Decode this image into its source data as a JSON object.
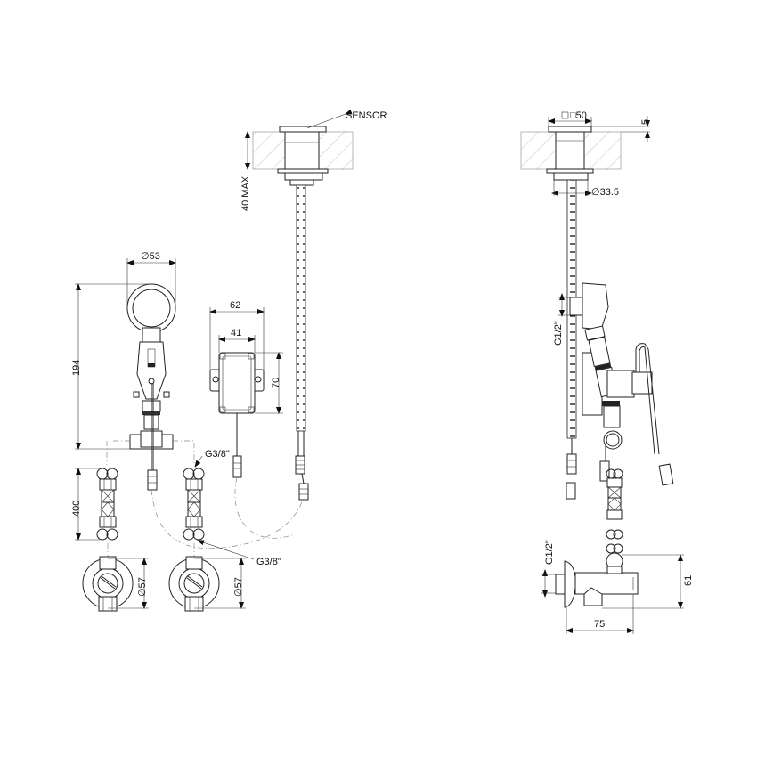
{
  "drawing": {
    "title": "Sensor urinal flush valve technical drawing",
    "labels": {
      "sensor": "SENSOR",
      "thread_g38_top": "G3/8\"",
      "thread_g38_bottom": "G3/8\"",
      "thread_g12_side": "G1/2\"",
      "thread_g12_valve": "G1/2\""
    },
    "dimensions": {
      "sensor_depth": "40 MAX",
      "handle_diameter": "∅53",
      "height_194": "194",
      "box_width_outer": "62",
      "box_width_inner": "41",
      "box_height": "70",
      "hose_length": "400",
      "valve_diameter_left": "∅57",
      "valve_diameter_right": "∅57",
      "sensor_square": "□50",
      "sensor_flange": "5",
      "sensor_shaft_diameter": "∅33.5",
      "angle_valve_width": "75",
      "angle_valve_height": "61"
    }
  }
}
